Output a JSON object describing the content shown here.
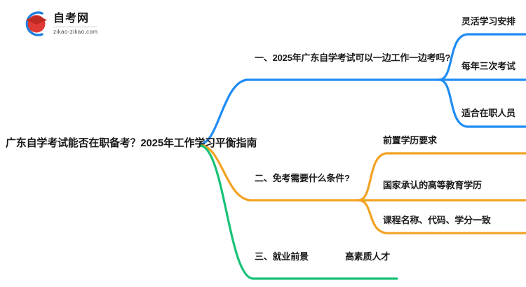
{
  "logo": {
    "name_cn": "自考网",
    "url": "zikao-zikao.com",
    "mark_icon": "graduation-cap-icon",
    "arc_color": "#1f7fe0",
    "cap_color": "#d93a36"
  },
  "colors": {
    "branch_1": "#1f8cf5",
    "branch_2": "#f2a324",
    "branch_3": "#18c278",
    "text": "#1a1a1a",
    "background": "#ffffff"
  },
  "mindmap": {
    "root": {
      "label": "广东自学考试能否在职备考？2025年工作学习平衡指南"
    },
    "branches": [
      {
        "label": "一、2025年广东自学考试可以一边工作一边考吗?",
        "color": "#1f8cf5",
        "children": [
          {
            "label": "灵活学习安排"
          },
          {
            "label": "每年三次考试"
          },
          {
            "label": "适合在职人员"
          }
        ]
      },
      {
        "label": "二、免考需要什么条件?",
        "color": "#f2a324",
        "children": [
          {
            "label": "前置学历要求"
          },
          {
            "label": "国家承认的高等教育学历"
          },
          {
            "label": "课程名称、代码、学分一致"
          }
        ]
      },
      {
        "label": "三、就业前景",
        "color": "#18c278",
        "children": [
          {
            "label": "高素质人才"
          }
        ]
      }
    ]
  }
}
